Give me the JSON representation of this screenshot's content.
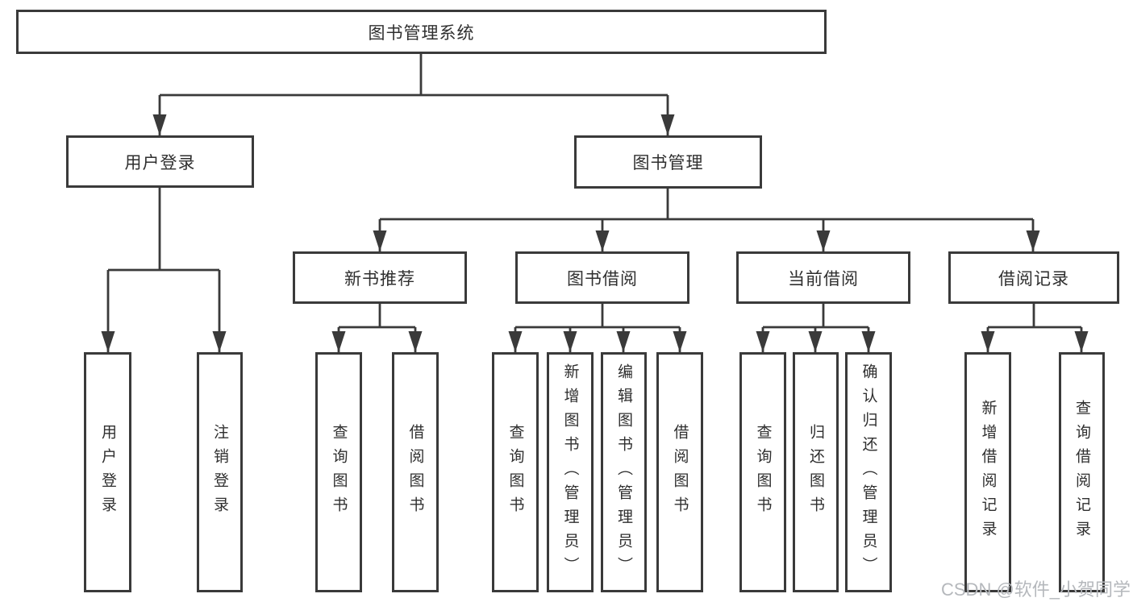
{
  "diagram": {
    "root": {
      "label": "图书管理系统"
    },
    "level2": {
      "user_login": {
        "label": "用户登录"
      },
      "book_management": {
        "label": "图书管理"
      }
    },
    "level3": {
      "new_book_recommend": {
        "label": "新书推荐"
      },
      "book_borrowing": {
        "label": "图书借阅"
      },
      "current_borrowing": {
        "label": "当前借阅"
      },
      "borrowing_records": {
        "label": "借阅记录"
      }
    },
    "leaves": {
      "login": {
        "label": "用户登录"
      },
      "logout": {
        "label": "注销登录"
      },
      "recommend_query": {
        "label": "查询图书"
      },
      "recommend_borrow": {
        "label": "借阅图书"
      },
      "borrowing_query": {
        "label": "查询图书"
      },
      "borrowing_add": {
        "label": "新增图书（管理员）"
      },
      "borrowing_edit": {
        "label": "编辑图书（管理员）"
      },
      "borrowing_borrow": {
        "label": "借阅图书"
      },
      "current_query": {
        "label": "查询图书"
      },
      "current_return": {
        "label": "归还图书"
      },
      "current_confirm": {
        "label": "确认归还（管理员）"
      },
      "records_add": {
        "label": "新增借阅记录"
      },
      "records_query": {
        "label": "查询借阅记录"
      }
    }
  },
  "watermark": {
    "text": "CSDN @软件_小贺同学"
  },
  "colors": {
    "line": "#3a3a3a",
    "box_border": "#3a3a3a",
    "box_background": "#ffffff",
    "text": "#2f2f2f",
    "watermark": "#b5b8bc",
    "page_background": "#ffffff"
  }
}
